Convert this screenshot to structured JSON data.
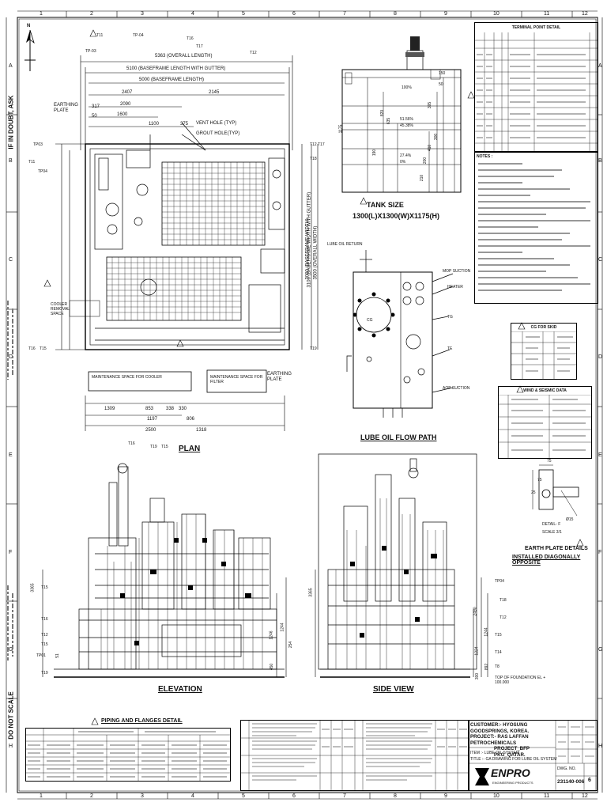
{
  "border": {
    "top_numbers": [
      "1",
      "2",
      "3",
      "4",
      "5",
      "6",
      "7",
      "8",
      "9",
      "10",
      "11",
      "12"
    ],
    "side_letters": [
      "A",
      "B",
      "C",
      "D",
      "E",
      "F",
      "G",
      "H"
    ],
    "left_warning_top": "IF IN DOUBT, ASK",
    "left_warning_bottom": "DO NOT SCALE",
    "north": "N"
  },
  "plan": {
    "title": "PLAN",
    "overall_length": "5363 (OVERALL LENGTH)",
    "base_with_gutter": "5100 (BASEFRAME LENGTH WITH GUTTER)",
    "base_length": "5000 (BASEFRAME LENGTH)",
    "dim_2407": "2407",
    "dim_2145": "2145",
    "dim_2090": "2090",
    "dim_1600": "1600",
    "dim_1100": "1100",
    "dim_375": "375",
    "dim_317": "317",
    "dim_50": "50",
    "earthing_plate_top": "EARTHING PLATE",
    "earthing_plate_bottom": "EARTHING PLATE",
    "vent_hole": "VENT HOLE (TYP)",
    "grout_hole": "GROUT HOLE(TYP)",
    "base_width": "3000 (BASEFRAME WIDTH)",
    "overall_width": "3500 (OVERALL WIDTH)",
    "base_width_gutter": "3100 (BASEFRAME WIDTH WITH GUTTER)",
    "bottom_dims": [
      "1309",
      "853",
      "338",
      "330",
      "806",
      "1197",
      "2500",
      "1318"
    ],
    "tags": [
      "T11",
      "TP-04",
      "T16",
      "T17",
      "TP-03",
      "T12",
      "TP03",
      "T11",
      "TP04",
      "T12",
      "T17",
      "T18",
      "T16",
      "T15",
      "T19",
      "T16",
      "T19",
      "T15"
    ],
    "cooler_removal": "COOLER REMOVAL SPACE",
    "maint_space_1": "MAINTENANCE SPACE FOR COOLER",
    "maint_space_2": "MAINTENANCE SPACE FOR FILTER"
  },
  "tank": {
    "title": "TANK SIZE",
    "size": "1300(L)X1300(W)X1175(H)",
    "dims": [
      "1175",
      "395",
      "150",
      "50",
      "820",
      "635",
      "190",
      "210",
      "200",
      "410",
      "300"
    ],
    "levels": [
      "100%",
      "51.56%",
      "45.38%",
      "27.4%",
      "0%"
    ]
  },
  "flow": {
    "title": "LUBE OIL FLOW PATH",
    "lube_oil_return": "LUBE OIL RETURN",
    "mop_suction": "MOP SUCTION",
    "heater": "HEATER",
    "tg": "TG",
    "te": "TE",
    "aop_suction": "AOP SUCTION",
    "cg": "CG"
  },
  "terminal": {
    "title": "TERMINAL POINT DETAIL",
    "rows": 8
  },
  "notes": {
    "title": "NOTES :",
    "lines": 20
  },
  "cg_table": {
    "title": "CG FOR SKID"
  },
  "wind_table": {
    "title": "WIND & SEISMIC DATA"
  },
  "earth_detail": {
    "title": "EARTH PLATE DETAILS",
    "subtitle": "INSTALLED DIAGONALLY OPPOSITE",
    "detail": "DETAIL- F",
    "scale": "SCALE 3/1",
    "dims": [
      "75",
      "25",
      "75",
      "Ø15"
    ]
  },
  "elevation": {
    "title": "ELEVATION",
    "dims": [
      "3365",
      "1246",
      "1244",
      "254",
      "51",
      "450"
    ],
    "tags": [
      "T15",
      "T16",
      "T12",
      "T15",
      "TP01",
      "T19"
    ]
  },
  "side": {
    "title": "SIDE VIEW",
    "dims": [
      "3365",
      "2490",
      "1244",
      "1224",
      "892",
      "300"
    ],
    "tags": [
      "TP04",
      "T18",
      "T12",
      "T15",
      "T14",
      "T8"
    ],
    "foundation": "TOP OF FOUNDATION EL + 100.000"
  },
  "piping": {
    "title": "PIPING AND FLANGES DETAIL"
  },
  "title_block": {
    "customer": "CUSTOMER:- HYOSUNG GOODSPRINGS, KOREA.",
    "project": "PROJECT:- RAS LAFFAN PETROCHEMICALS",
    "project2": "PROJECT_BFP PKG_QATAR.",
    "item": "ITEM :- LUBE OIL SYSTEM",
    "doc_title": "TITLE :- GA DRAWING FOR LUBE OIL SYSTEM",
    "logo": "ENPRO",
    "logo_sub": "ENGINEERING PRODUCTS",
    "dwg_label": "DWG. NO.",
    "dwg_no": "231140-006",
    "rev": "6"
  },
  "revision_marks": [
    "6",
    "6",
    "6",
    "6",
    "6",
    "6",
    "6",
    "6"
  ]
}
